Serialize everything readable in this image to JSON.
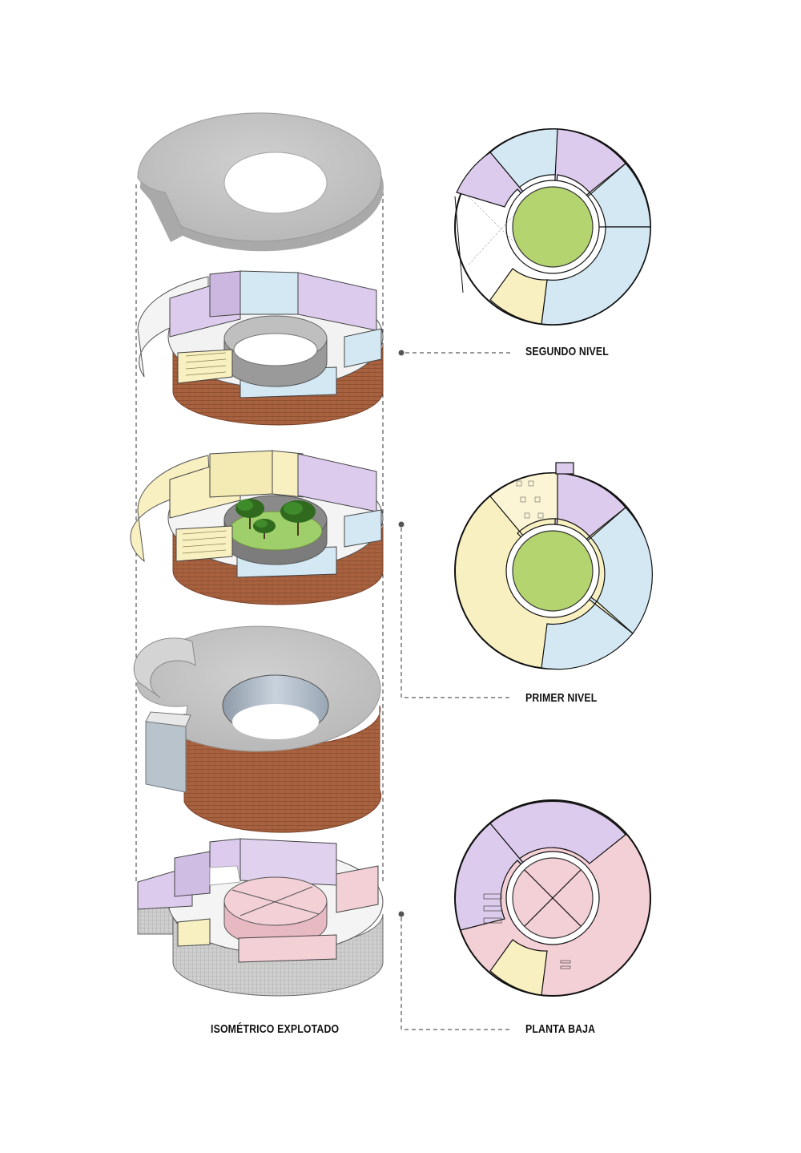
{
  "labels": {
    "segundo_nivel": "SEGUNDO NIVEL",
    "primer_nivel": "PRIMER NIVEL",
    "planta_baja": "PLANTA BAJA",
    "isometrico": "ISOMÉTRICO EXPLOTADO"
  },
  "colors": {
    "purple": "#dccbec",
    "blue": "#d3e8f3",
    "yellow": "#f8f0c0",
    "pink": "#f3cfd6",
    "green": "#b3d46e",
    "brick": "#a8623f",
    "concrete": "#c8c8c8",
    "white": "#ffffff"
  }
}
